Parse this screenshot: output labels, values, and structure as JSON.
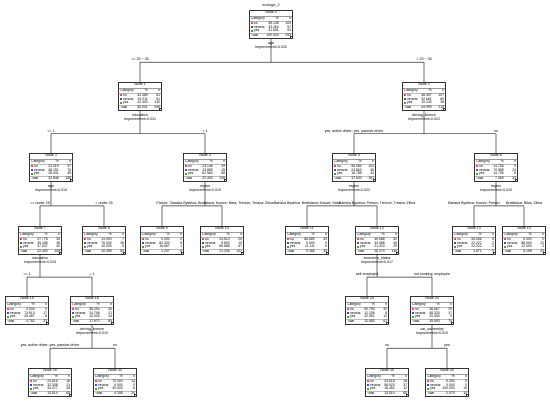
{
  "title": "ecologic_2",
  "colors": {
    "no": "#e8554e",
    "neutral": "#4a4ad0",
    "yes": "#40a540"
  },
  "header": {
    "category": "Category",
    "percent": "%",
    "count": "n"
  },
  "nodes": [
    {
      "id": "0",
      "name": "Node 0",
      "rows": [
        [
          "no",
          "35.135",
          "103"
        ],
        [
          "neutral",
          "33.264",
          "97"
        ],
        [
          "yes",
          "31.601",
          "93"
        ]
      ],
      "total": [
        "Total",
        "100.000",
        "293"
      ]
    },
    {
      "id": "1",
      "name": "Node 1",
      "rows": [
        [
          "no",
          "33.389",
          "61"
        ],
        [
          "neutral",
          "24.211",
          "51"
        ],
        [
          "yes",
          "42.400",
          "130"
        ]
      ],
      "total": [
        "Total",
        "55.001",
        "206"
      ]
    },
    {
      "id": "2",
      "name": "Node 2",
      "rows": [
        [
          "no",
          "48.397",
          "107"
        ],
        [
          "neutral",
          "32.661",
          "69"
        ],
        [
          "yes",
          "19.140",
          "28"
        ]
      ],
      "total": [
        "Total",
        "44.999",
        "215"
      ]
    },
    {
      "id": "3",
      "name": "Node 3",
      "rows": [
        [
          "no",
          "23.419",
          "37"
        ],
        [
          "neutral",
          "48.151",
          "76"
        ],
        [
          "yes",
          "28.431",
          "45"
        ]
      ],
      "total": [
        "Total",
        "32.548",
        "158"
      ]
    },
    {
      "id": "4",
      "name": "Node 4",
      "rows": [
        [
          "no",
          "23.146",
          "25"
        ],
        [
          "neutral",
          "13.889",
          "15"
        ],
        [
          "yes",
          "62.963",
          "68"
        ]
      ],
      "total": [
        "Total",
        "22.453",
        "108"
      ]
    },
    {
      "id": "5",
      "name": "Node 5",
      "rows": [
        [
          "no",
          "56.064",
          "102"
        ],
        [
          "neutral",
          "24.863",
          "45"
        ],
        [
          "yes",
          "18.785",
          "34"
        ]
      ],
      "total": [
        "Total",
        "37.630",
        "181"
      ]
    },
    {
      "id": "6",
      "name": "Node 6",
      "rows": [
        [
          "no",
          "14.706",
          "5"
        ],
        [
          "neutral",
          "70.588",
          "24"
        ],
        [
          "yes",
          "14.706",
          "5"
        ]
      ],
      "total": [
        "Total",
        "7.069",
        "34"
      ]
    },
    {
      "id": "7",
      "name": "Node 7",
      "rows": [
        [
          "no",
          "27.778",
          "30"
        ],
        [
          "neutral",
          "35.185",
          "38"
        ],
        [
          "yes",
          "37.037",
          "40"
        ]
      ],
      "total": [
        "Total",
        "22.453",
        "108"
      ]
    },
    {
      "id": "8",
      "name": "Node 8",
      "rows": [
        [
          "no",
          "14.000",
          "7"
        ],
        [
          "neutral",
          "76.000",
          "38"
        ],
        [
          "yes",
          "10.000",
          "5"
        ]
      ],
      "total": [
        "Total",
        "10.395",
        "50"
      ]
    },
    {
      "id": "9",
      "name": "Node 9",
      "rows": [
        [
          "no",
          "0.000",
          "0"
        ],
        [
          "neutral",
          "83.333",
          "5"
        ],
        [
          "yes",
          "16.667",
          "1"
        ]
      ],
      "total": [
        "Total",
        "1.247",
        "6"
      ]
    },
    {
      "id": "10",
      "name": "Node 10",
      "rows": [
        [
          "no",
          "24.510",
          "25"
        ],
        [
          "neutral",
          "9.804",
          "10"
        ],
        [
          "yes",
          "65.686",
          "67"
        ]
      ],
      "total": [
        "Total",
        "21.206",
        "102"
      ]
    },
    {
      "id": "11",
      "name": "Node 11",
      "rows": [
        [
          "no",
          "88.889",
          "40"
        ],
        [
          "neutral",
          "0.000",
          "0"
        ],
        [
          "yes",
          "11.111",
          "5"
        ]
      ],
      "total": [
        "Total",
        "9.356",
        "45"
      ]
    },
    {
      "id": "12",
      "name": "Node 12",
      "rows": [
        [
          "no",
          "45.588",
          "62"
        ],
        [
          "neutral",
          "33.088",
          "45"
        ],
        [
          "yes",
          "21.324",
          "29"
        ]
      ],
      "total": [
        "Total",
        "28.274",
        "136"
      ]
    },
    {
      "id": "13",
      "name": "Node 13",
      "rows": [
        [
          "no",
          "55.556",
          "5"
        ],
        [
          "neutral",
          "22.222",
          "2"
        ],
        [
          "yes",
          "22.222",
          "2"
        ]
      ],
      "total": [
        "Total",
        "1.871",
        "9"
      ]
    },
    {
      "id": "14",
      "name": "Node 14",
      "rows": [
        [
          "no",
          "0.000",
          "0"
        ],
        [
          "neutral",
          "88.000",
          "22"
        ],
        [
          "yes",
          "12.000",
          "3"
        ]
      ],
      "total": [
        "Total",
        "5.198",
        "25"
      ]
    },
    {
      "id": "15",
      "name": "Node 15",
      "rows": [
        [
          "no",
          "0.000",
          "0"
        ],
        [
          "neutral",
          "73.913",
          "17"
        ],
        [
          "yes",
          "26.087",
          "6"
        ]
      ],
      "total": [
        "Total",
        "4.782",
        "23"
      ]
    },
    {
      "id": "16",
      "name": "Node 16",
      "rows": [
        [
          "no",
          "35.294",
          "30"
        ],
        [
          "neutral",
          "24.706",
          "21"
        ],
        [
          "yes",
          "40.000",
          "34"
        ]
      ],
      "total": [
        "Total",
        "17.672",
        "85"
      ]
    },
    {
      "id": "23",
      "name": "Node 23",
      "rows": [
        [
          "no",
          "50.794",
          "32"
        ],
        [
          "neutral",
          "12.195",
          "8"
        ],
        [
          "yes",
          "22.951",
          "14"
        ]
      ],
      "total": [
        "Total",
        "12.682",
        "61"
      ]
    },
    {
      "id": "24",
      "name": "Node 24",
      "rows": [
        [
          "no",
          "38.667",
          "29"
        ],
        [
          "neutral",
          "48.333",
          "37"
        ],
        [
          "yes",
          "20.000",
          "9"
        ]
      ],
      "total": [
        "Total",
        "15.593",
        "75"
      ]
    },
    {
      "id": "29",
      "name": "Node 29",
      "rows": [
        [
          "no",
          "24.615",
          "16"
        ],
        [
          "neutral",
          "32.308",
          "21"
        ],
        [
          "yes",
          "43.077",
          "28"
        ]
      ],
      "total": [
        "Total",
        "13.514",
        "65"
      ]
    },
    {
      "id": "30",
      "name": "Node 30",
      "rows": [
        [
          "no",
          "70.000",
          "14"
        ],
        [
          "neutral",
          "0.000",
          "0"
        ],
        [
          "yes",
          "30.000",
          "6"
        ]
      ],
      "total": [
        "Total",
        "4.158",
        "20"
      ]
    },
    {
      "id": "39",
      "name": "Node 39",
      "rows": [
        [
          "no",
          "24.615",
          "16"
        ],
        [
          "neutral",
          "56.923",
          "37"
        ],
        [
          "yes",
          "18.462",
          "12"
        ]
      ],
      "total": [
        "Total",
        "13.514",
        "65"
      ]
    },
    {
      "id": "40",
      "name": "Node 40",
      "rows": [
        [
          "no",
          "0.000",
          "0"
        ],
        [
          "neutral",
          "0.000",
          "0"
        ],
        [
          "yes",
          "100.000",
          "10"
        ]
      ],
      "total": [
        "Total",
        "2.079",
        "10"
      ]
    }
  ],
  "splits": [
    {
      "id": "s0",
      "var": "age",
      "imp": "Improvement=0.032"
    },
    {
      "id": "s1",
      "var": "education",
      "imp": "Improvement=0.031"
    },
    {
      "id": "s2",
      "var": "driving_licence",
      "imp": "Improvement=0.022"
    },
    {
      "id": "s3",
      "var": "age",
      "imp": "Improvement=0.010"
    },
    {
      "id": "s4",
      "var": "region",
      "imp": "Improvement=0.010"
    },
    {
      "id": "s5",
      "var": "region",
      "imp": "Improvement=0.022"
    },
    {
      "id": "s6",
      "var": "region",
      "imp": "Improvement=0.010"
    },
    {
      "id": "s7",
      "var": "education",
      "imp": "Improvement=0.015"
    },
    {
      "id": "s12",
      "var": "economic_status",
      "imp": "Improvement=0.017"
    },
    {
      "id": "s16",
      "var": "driving_licence",
      "imp": "Improvement=0.010"
    },
    {
      "id": "s24",
      "var": "car_ownership",
      "imp": "Improvement=0.010"
    }
  ],
  "branches": [
    {
      "id": "b1",
      "text": "<= 25 ~ 35"
    },
    {
      "id": "b2",
      "text": "> 25 ~ 35"
    },
    {
      "id": "b3",
      "text": "<= 1"
    },
    {
      "id": "b4",
      "text": "> 1"
    },
    {
      "id": "b5",
      "text": "yes, active driver; yes, passive driver"
    },
    {
      "id": "b6",
      "text": "no"
    },
    {
      "id": "b7",
      "text": "<= under 25"
    },
    {
      "id": "b8",
      "text": "> under 25"
    },
    {
      "id": "b9",
      "text": "Presov"
    },
    {
      "id": "b10",
      "text": "Banska Bystrica; Bratislava; Kosice; Nitra; Trencin; Trnava; Zilina"
    },
    {
      "id": "b11",
      "text": "Banska Bystrica; Bratislava; Kosice; Nitra"
    },
    {
      "id": "b12",
      "text": "Banska Bystrica; Presov; Trencin; Trnava; Zilina"
    },
    {
      "id": "b13",
      "text": "Banska Bystrica; Kosice; Presov"
    },
    {
      "id": "b14",
      "text": "Bratislava; Nitra; Zilina"
    },
    {
      "id": "b15",
      "text": "<= 1"
    },
    {
      "id": "b16",
      "text": "> 1"
    },
    {
      "id": "b23",
      "text": "self-employed"
    },
    {
      "id": "b24",
      "text": "not working; employee"
    },
    {
      "id": "b29",
      "text": "yes, active driver; yes, passive driver"
    },
    {
      "id": "b30",
      "text": "no"
    },
    {
      "id": "b39",
      "text": "no"
    },
    {
      "id": "b40",
      "text": "yes"
    }
  ]
}
